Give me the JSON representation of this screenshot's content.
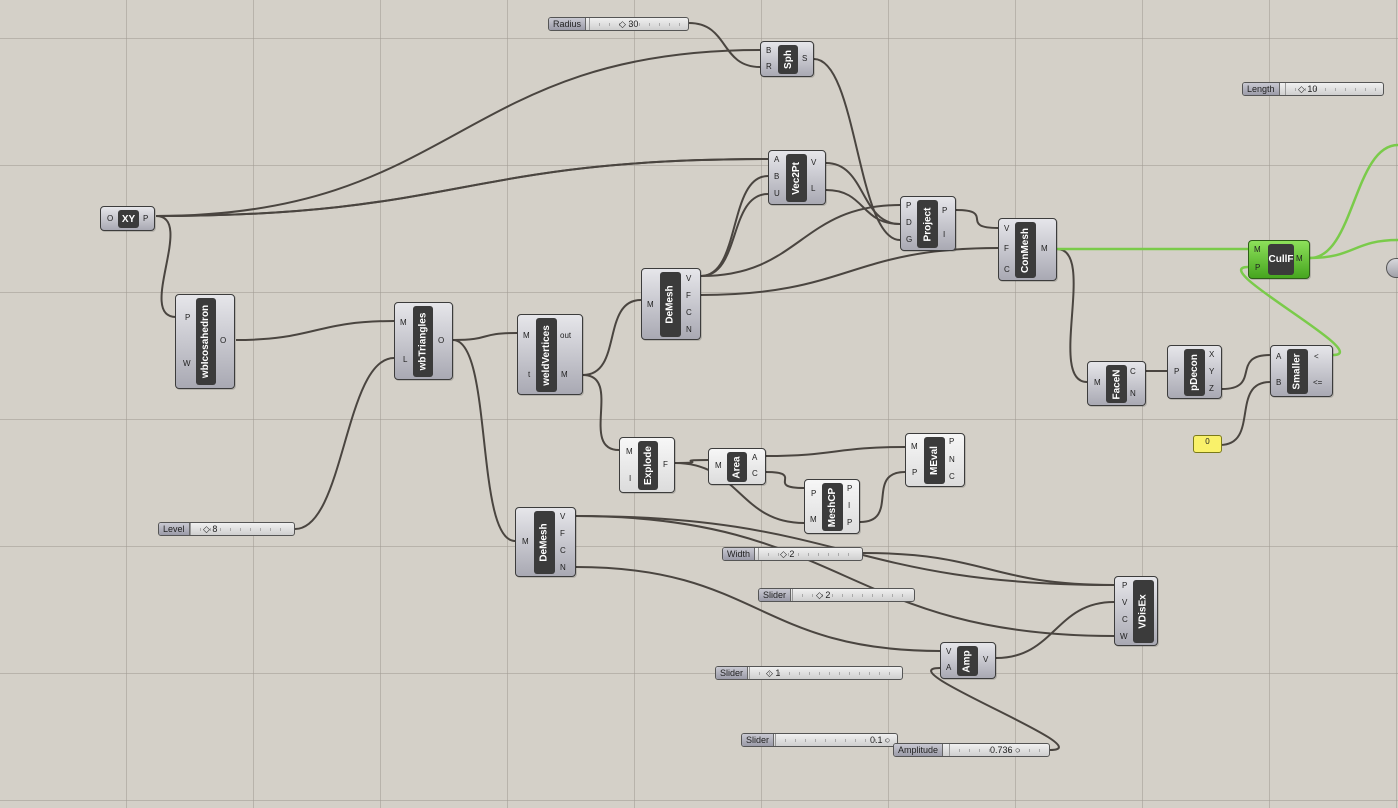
{
  "components": {
    "xy": {
      "name": "XY",
      "in": [
        "O"
      ],
      "out": [
        "P"
      ]
    },
    "ico": {
      "name": "wbIcosahedron",
      "in": [
        "P",
        "W"
      ],
      "out": [
        "O"
      ]
    },
    "tri": {
      "name": "wbTriangles",
      "in": [
        "M",
        "L"
      ],
      "out": [
        "O"
      ]
    },
    "weld": {
      "name": "weldVertices",
      "in": [
        "M",
        "t"
      ],
      "out": [
        "out",
        "M"
      ]
    },
    "demesh1": {
      "name": "DeMesh",
      "in": [
        "M"
      ],
      "out": [
        "V",
        "F",
        "C",
        "N"
      ]
    },
    "demesh2": {
      "name": "DeMesh",
      "in": [
        "M"
      ],
      "out": [
        "V",
        "F",
        "C",
        "N"
      ]
    },
    "sph": {
      "name": "Sph",
      "in": [
        "B",
        "R"
      ],
      "out": [
        "S"
      ]
    },
    "vec2pt": {
      "name": "Vec2Pt",
      "in": [
        "A",
        "B",
        "U"
      ],
      "out": [
        "V",
        "L"
      ]
    },
    "project": {
      "name": "Project",
      "in": [
        "P",
        "D",
        "G"
      ],
      "out": [
        "P",
        "I"
      ]
    },
    "conmesh": {
      "name": "ConMesh",
      "in": [
        "V",
        "F",
        "C"
      ],
      "out": [
        "M"
      ]
    },
    "cull": {
      "name": "CullF",
      "in": [
        "M",
        "P"
      ],
      "out": [
        "M"
      ]
    },
    "facen": {
      "name": "FaceN",
      "in": [
        "M"
      ],
      "out": [
        "C",
        "N"
      ]
    },
    "pdecon": {
      "name": "pDecon",
      "in": [
        "P"
      ],
      "out": [
        "X",
        "Y",
        "Z"
      ]
    },
    "smaller": {
      "name": "Smaller",
      "in": [
        "A",
        "B"
      ],
      "out": [
        "<",
        "<="
      ]
    },
    "explode": {
      "name": "Explode",
      "in": [
        "M",
        "I"
      ],
      "out": [
        "F"
      ]
    },
    "area": {
      "name": "Area",
      "in": [
        "M"
      ],
      "out": [
        "A",
        "C"
      ]
    },
    "meval": {
      "name": "MEval",
      "in": [
        "M",
        "P"
      ],
      "out": [
        "P",
        "N",
        "C"
      ]
    },
    "meshcp": {
      "name": "MeshCP",
      "in": [
        "P",
        "M"
      ],
      "out": [
        "P",
        "I",
        "P"
      ]
    },
    "amp": {
      "name": "Amp",
      "in": [
        "V",
        "A"
      ],
      "out": [
        "V"
      ]
    },
    "vdisex": {
      "name": "VDisEx",
      "in": [
        "P",
        "V",
        "C",
        "W"
      ],
      "out": []
    }
  },
  "sliders": {
    "radius": {
      "label": "Radius",
      "value": "30"
    },
    "length": {
      "label": "Length",
      "value": "10"
    },
    "level": {
      "label": "Level",
      "value": "8"
    },
    "width": {
      "label": "Width",
      "value": "2"
    },
    "slider2": {
      "label": "Slider",
      "value": "2"
    },
    "slider1": {
      "label": "Slider",
      "value": "1"
    },
    "slider01": {
      "label": "Slider",
      "value": "0.1"
    },
    "amplitude": {
      "label": "Amplitude",
      "value": "0.736"
    }
  },
  "panel_zero": {
    "value": "0"
  },
  "colors": {
    "canvas": "#d4d0c8",
    "wire": "#4a4540",
    "wire_selected": "#7acb4a",
    "component": "#b3b3bc",
    "selected_component": "#5cc22c",
    "panel": "#f9f16a"
  }
}
